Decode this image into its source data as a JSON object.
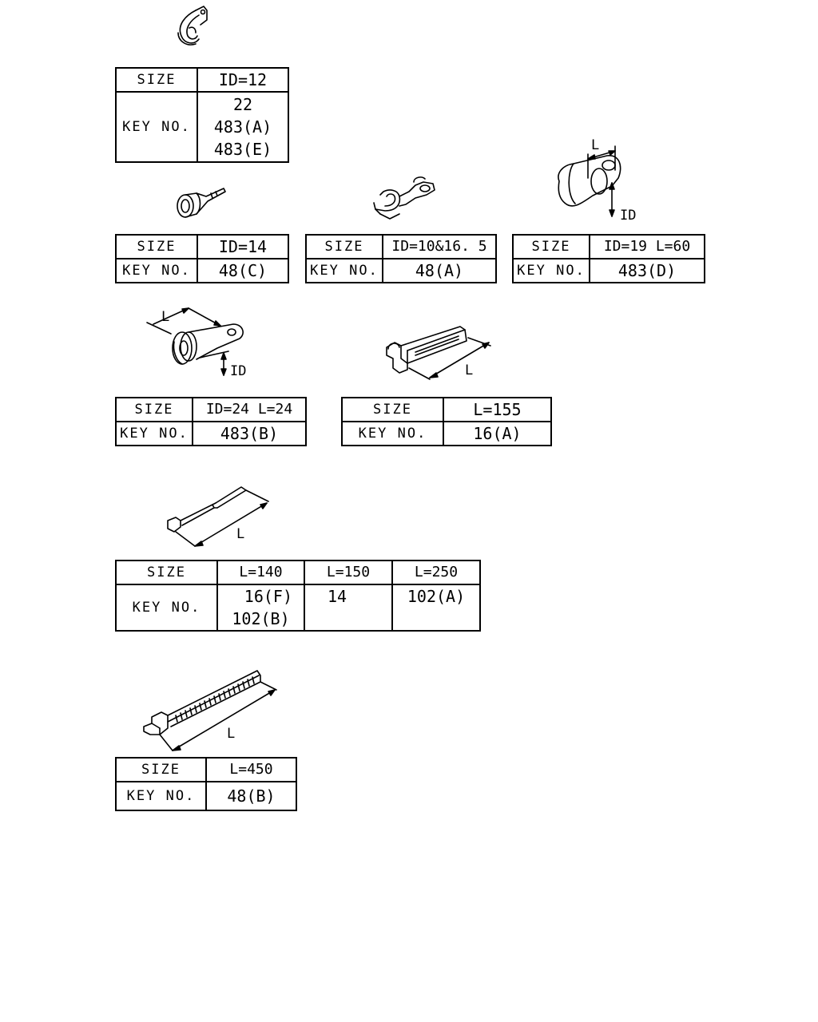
{
  "labels": {
    "size": "SIZE",
    "key_no": "KEY NO.",
    "dim_l": "L",
    "dim_id": "ID"
  },
  "parts": [
    {
      "size": "ID=12",
      "key_numbers": [
        "22",
        "483(A)",
        "483(E)"
      ]
    },
    {
      "size": "ID=14",
      "key_numbers": [
        "48(C)"
      ]
    },
    {
      "size": "ID=10&16. 5",
      "key_numbers": [
        "48(A)"
      ]
    },
    {
      "size": "ID=19 L=60",
      "key_numbers": [
        "483(D)"
      ]
    },
    {
      "size": "ID=24 L=24",
      "key_numbers": [
        "483(B)"
      ]
    },
    {
      "size": "L=155",
      "key_numbers": [
        "16(A)"
      ]
    },
    {
      "sizes": [
        "L=140",
        "L=150",
        "L=250"
      ],
      "key_numbers": [
        [
          "16(F)",
          "102(B)"
        ],
        [
          "14"
        ],
        [
          "102(A)"
        ]
      ]
    },
    {
      "size": "L=450",
      "key_numbers": [
        "48(B)"
      ]
    }
  ]
}
